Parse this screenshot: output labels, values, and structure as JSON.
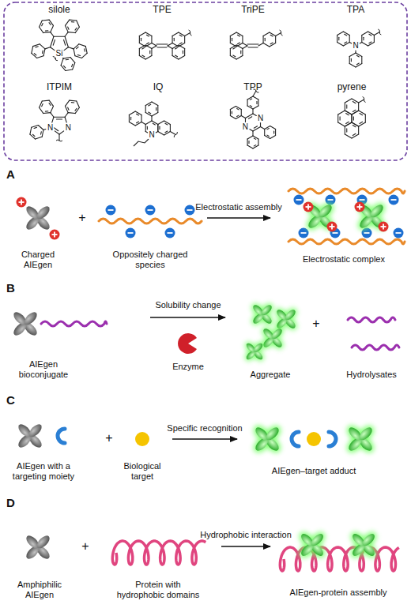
{
  "diagram": {
    "labels": [
      "silole",
      "TPE",
      "TriPE",
      "TPA",
      "ITPIM",
      "IQ",
      "TPP",
      "pyrene",
      "Si",
      "N",
      "N",
      "N",
      "N",
      "N",
      "N",
      "A",
      "Charged AIEgen",
      "+",
      "Oppositely charged species",
      "Electrostatic assembly",
      "Electrostatic complex",
      "B",
      "AIEgen bioconjugate",
      "Solubility change",
      "Enzyme",
      "Aggregate",
      "+",
      "Hydrolysates",
      "C",
      "AIEgen with a targeting moiety",
      "+",
      "Biological target",
      "Specific recognition",
      "AIEgen–target adduct",
      "D",
      "Amphiphilic AIEgen",
      "+",
      "Protein with hydrophobic domains",
      "Hydrophobic interaction",
      "AIEgen-protein assembly"
    ]
  }
}
